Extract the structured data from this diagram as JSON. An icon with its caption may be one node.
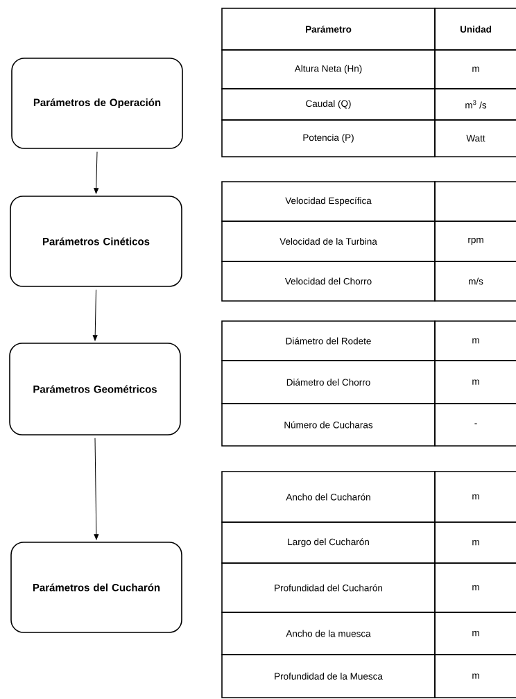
{
  "diagram": {
    "nodes": [
      {
        "text": [
          "Parámetros de Operación"
        ]
      },
      {
        "text": [
          "Parámetros Cinéticos"
        ]
      },
      {
        "text": [
          "Parámetros Geométricos"
        ]
      },
      {
        "text": [
          "Parámetros del Cucharón"
        ]
      }
    ],
    "edges": [
      {
        "from": 0,
        "to": 1,
        "arrow": "to"
      },
      {
        "from": 1,
        "to": 2,
        "arrow": "to"
      },
      {
        "from": 2,
        "to": 3,
        "arrow": "to"
      }
    ],
    "labels": [
      "Parámetro",
      "Unidad",
      "Altura Neta (Hn)",
      "m",
      "Caudal (Q)",
      "m$^{3}$ /s",
      "Potencia (P)",
      "Watt",
      "Velocidad Específica",
      "Velocidad de la Turbina",
      "rpm",
      "Velocidad del Chorro",
      "m/s",
      "Diámetro del Rodete",
      "m",
      "Diámetro del Chorro",
      "m",
      "Número de Cucharas",
      "-",
      "Ancho del Cucharón",
      "m",
      "Largo del Cucharón",
      "m",
      "Profundidad del Cucharón",
      "m",
      "Ancho de la muesca",
      "m",
      "Profundidad de la Muesca",
      "m"
    ]
  }
}
